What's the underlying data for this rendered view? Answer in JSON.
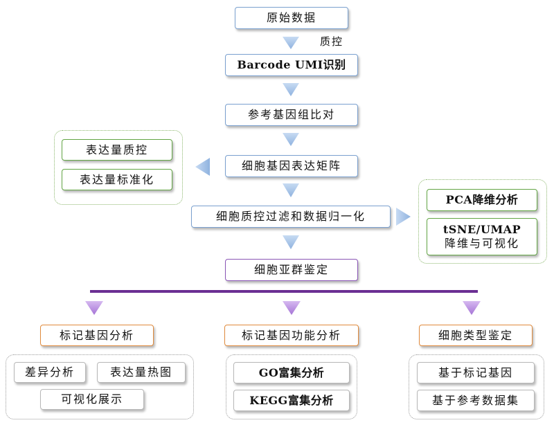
{
  "main_flow": {
    "raw_data": "原始数据",
    "qc_label": "质控",
    "barcode": "Barcode UMI识别",
    "align": "参考基因组比对",
    "matrix": "细胞基因表达矩阵",
    "filter": "细胞质控过滤和数据归一化",
    "subgroup": "细胞亚群鉴定"
  },
  "left_group": {
    "expr_qc": "表达量质控",
    "expr_norm": "表达量标准化"
  },
  "right_group": {
    "pca": "PCA降维分析",
    "tsne_line1": "tSNE/UMAP",
    "tsne_line2": "降维与可视化"
  },
  "branches": {
    "marker": "标记基因分析",
    "function": "标记基因功能分析",
    "celltype": "细胞类型鉴定"
  },
  "marker_group": {
    "diff": "差异分析",
    "heatmap": "表达量热图",
    "visual": "可视化展示"
  },
  "function_group": {
    "go": "GO富集分析",
    "kegg": "KEGG富集分析"
  },
  "celltype_group": {
    "by_marker": "基于标记基因",
    "by_ref": "基于参考数据集"
  },
  "colors": {
    "blue_border": "#7aa0cf",
    "arrow_blue": "#a9c6ea",
    "green_border": "#62a544",
    "purple_border": "#8a55b6",
    "arrow_purple": "#b98ee0",
    "orange_border": "#e08a3c",
    "bar_purple": "#6b2f93"
  }
}
